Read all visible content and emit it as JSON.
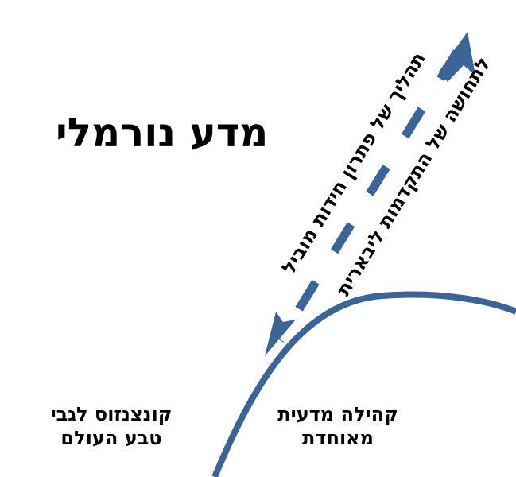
{
  "title": "מדע נורמלי",
  "arrow_text": {
    "line1": "תהליך של פתרון חידות מוביל",
    "line2": "לתחושה של התקדמות ליבארית"
  },
  "labels": {
    "community": [
      "קהילה מדעית",
      "מאוחדת"
    ],
    "consensus": [
      "קונצנזוס לגבי",
      "טבע העולם"
    ]
  },
  "colors": {
    "accent": "#3c6497",
    "text": "#000000"
  }
}
